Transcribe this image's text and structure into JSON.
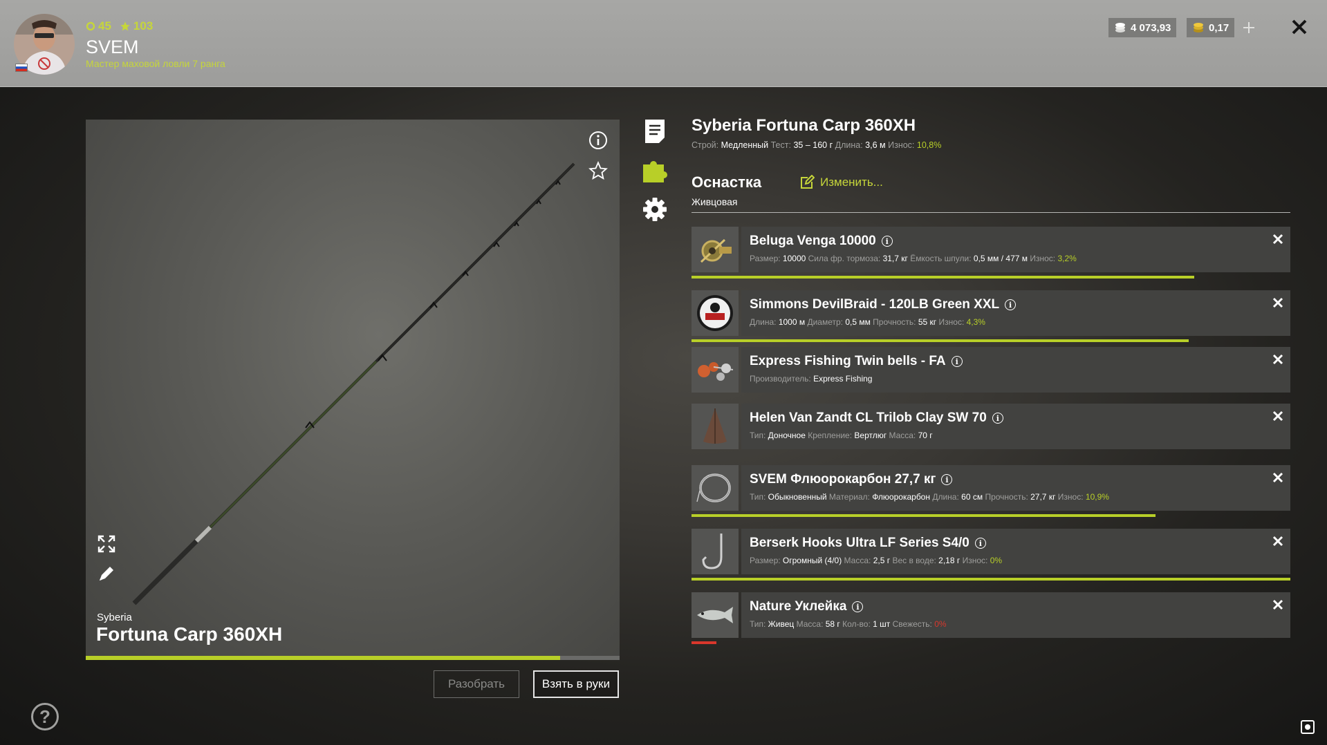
{
  "player": {
    "level": "45",
    "stars": "103",
    "name": "SVEM",
    "rank": "Мастер маховой ловли 7 ранга"
  },
  "currency": {
    "silver": "4 073,93",
    "gold": "0,17"
  },
  "preview": {
    "brand": "Syberia",
    "name": "Fortuna Carp 360XH",
    "progress": 0.888
  },
  "buttons": {
    "disassemble": "Разобрать",
    "take": "Взять в руки"
  },
  "rod": {
    "title": "Syberia Fortuna Carp 360XH",
    "specs": [
      {
        "label": "Строй:",
        "value": "Медленный"
      },
      {
        "label": "Тест:",
        "value": "35 – 160 г"
      },
      {
        "label": "Длина:",
        "value": "3,6 м"
      },
      {
        "label": "Износ:",
        "value": "10,8%",
        "color": "green"
      }
    ]
  },
  "rig": {
    "title": "Оснастка",
    "subtitle": "Живцовая",
    "change": "Изменить..."
  },
  "items": [
    {
      "name": "Beluga Venga 10000",
      "icon": "reel-icon",
      "specs": [
        {
          "label": "Размер:",
          "value": "10000"
        },
        {
          "label": "Сила фр. тормоза:",
          "value": "31,7 кг"
        },
        {
          "label": "Ёмкость шпули:",
          "value": "0,5 мм / 477 м"
        },
        {
          "label": "Износ:",
          "value": "3,2%",
          "color": "green"
        }
      ],
      "wear_fill": 0.84,
      "wear_color": "#b8cf28"
    },
    {
      "name": "Simmons DevilBraid - 120LB Green XXL",
      "icon": "line-spool-icon",
      "specs": [
        {
          "label": "Длина:",
          "value": "1000 м"
        },
        {
          "label": "Диаметр:",
          "value": "0,5 мм"
        },
        {
          "label": "Прочность:",
          "value": "55 кг"
        },
        {
          "label": "Износ:",
          "value": "4,3%",
          "color": "green"
        }
      ],
      "wear_fill": 0.83,
      "wear_color": "#b8cf28"
    },
    {
      "name": "Express Fishing Twin bells - FA",
      "icon": "bells-icon",
      "specs": [
        {
          "label": "Производитель:",
          "value": "Express Fishing"
        }
      ],
      "wear_fill": null
    },
    {
      "name": "Helen Van Zandt CL Trilob Clay SW 70",
      "icon": "sinker-icon",
      "specs": [
        {
          "label": "Тип:",
          "value": "Доночное"
        },
        {
          "label": "Крепление:",
          "value": "Вертлюг"
        },
        {
          "label": "Масса:",
          "value": "70 г"
        }
      ],
      "wear_fill": null
    },
    {
      "name": "SVEM Флюорокарбон 27,7 кг",
      "icon": "leader-icon",
      "specs": [
        {
          "label": "Тип:",
          "value": "Обыкновенный"
        },
        {
          "label": "Материал:",
          "value": "Флюорокарбон"
        },
        {
          "label": "Длина:",
          "value": "60 см"
        },
        {
          "label": "Прочность:",
          "value": "27,7 кг"
        },
        {
          "label": "Износ:",
          "value": "10,9%",
          "color": "green"
        }
      ],
      "wear_fill": 0.775,
      "wear_color": "#b8cf28"
    },
    {
      "name": "Berserk Hooks Ultra LF Series S4/0",
      "icon": "hook-icon",
      "specs": [
        {
          "label": "Размер:",
          "value": "Огромный (4/0)"
        },
        {
          "label": "Масса:",
          "value": "2,5 г"
        },
        {
          "label": "Вес в воде:",
          "value": "2,18 г"
        },
        {
          "label": "Износ:",
          "value": "0%",
          "color": "green"
        }
      ],
      "wear_fill": 1.0,
      "wear_color": "#b8cf28"
    },
    {
      "name": "Nature Уклейка",
      "icon": "fish-icon",
      "specs": [
        {
          "label": "Тип:",
          "value": "Живец"
        },
        {
          "label": "Масса:",
          "value": "58 г"
        },
        {
          "label": "Кол-во:",
          "value": "1 шт"
        },
        {
          "label": "Свежесть:",
          "value": "0%",
          "color": "red"
        }
      ],
      "wear_fill": 0.042,
      "wear_color": "#d9372c"
    }
  ],
  "colors": {
    "accent": "#c6d63a",
    "progress_green": "#b8cf28",
    "warning_red": "#d9372c"
  }
}
